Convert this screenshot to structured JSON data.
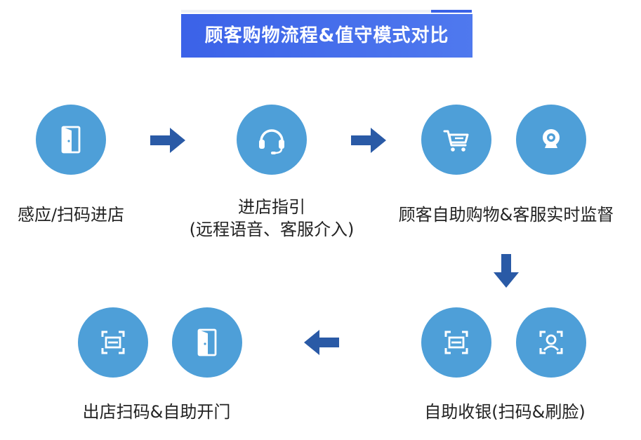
{
  "title": "顾客购物流程&值守模式对比",
  "steps": [
    {
      "label": "感应/扫码进店",
      "icons": [
        "door-icon"
      ]
    },
    {
      "label_line1": "进店指引",
      "label_line2": "(远程语音、客服介入)",
      "icons": [
        "headset-icon"
      ]
    },
    {
      "label": "顾客自助购物&客服实时监督",
      "icons": [
        "shopping-cart-icon",
        "webcam-icon"
      ]
    },
    {
      "label": "自助收银(扫码&刷脸)",
      "icons": [
        "scan-code-icon",
        "face-scan-icon"
      ]
    },
    {
      "label": "出店扫码&自助开门",
      "icons": [
        "scan-code-icon",
        "door-icon"
      ]
    }
  ],
  "colors": {
    "banner": "#3b62e8",
    "icon_circle": "#4e9fd8",
    "arrow": "#2a5aa6",
    "text": "#222222"
  }
}
